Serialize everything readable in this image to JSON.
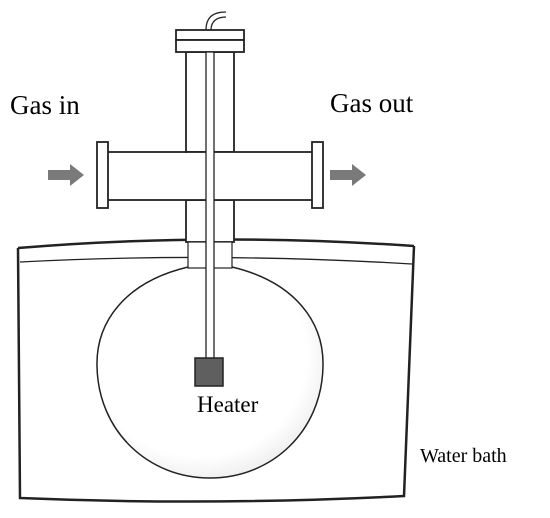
{
  "labels": {
    "gas_in": "Gas in",
    "gas_out": "Gas out",
    "heater": "Heater",
    "water_bath": "Water bath"
  },
  "colors": {
    "stroke": "#222222",
    "arrow": "#7a7a7a",
    "heater_block": "#5f5f5f",
    "background": "#ffffff"
  }
}
